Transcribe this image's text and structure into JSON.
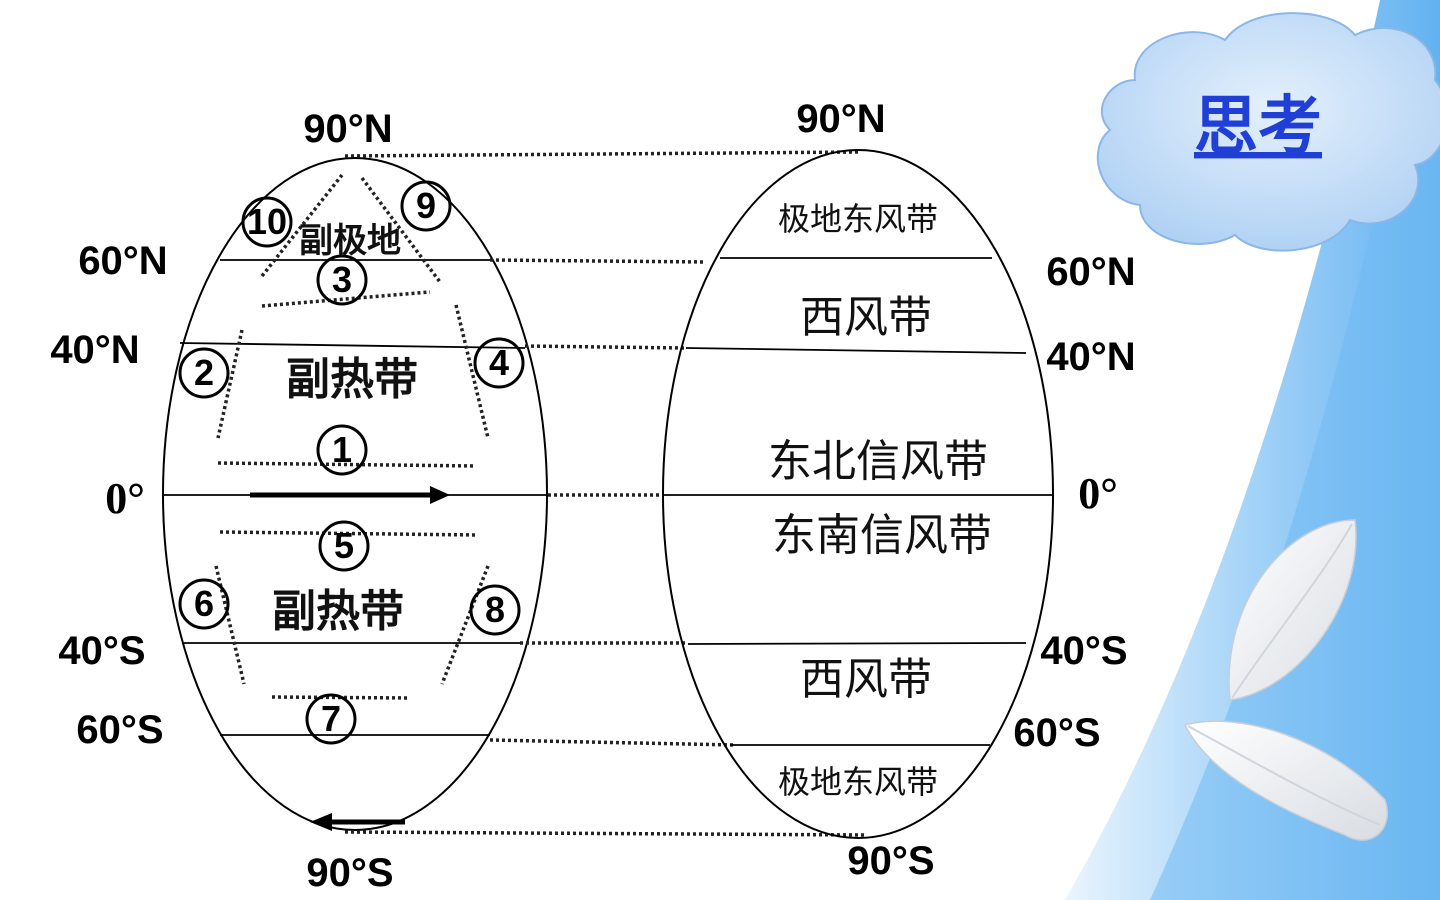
{
  "title_badge": "思考",
  "left_globe": {
    "lat_labels": {
      "n90": "90°N",
      "n60": "60°N",
      "n40": "40°N",
      "eq": "0°",
      "s40": "40°S",
      "s60": "60°S",
      "s90": "90°S"
    },
    "zone_labels": {
      "subpolar": "副极地",
      "subtropical_n": "副热带",
      "subtropical_s": "副热带"
    },
    "markers": [
      "1",
      "2",
      "3",
      "4",
      "5",
      "6",
      "7",
      "8",
      "9",
      "10"
    ]
  },
  "right_globe": {
    "lat_labels": {
      "n90": "90°N",
      "n60": "60°N",
      "n40": "40°N",
      "eq": "0°",
      "s40": "40°S",
      "s60": "60°S",
      "s90": "90°S"
    },
    "belts": {
      "polar_east_n": "极地东风带",
      "westerly_n": "西风带",
      "ne_trade": "东北信风带",
      "se_trade": "东南信风带",
      "westerly_s": "西风带",
      "polar_east_s": "极地东风带"
    }
  },
  "colors": {
    "accent_blue": "#6db4f2",
    "cloud_fill": "#bcd9f7",
    "badge_text": "#1f3fd6"
  }
}
